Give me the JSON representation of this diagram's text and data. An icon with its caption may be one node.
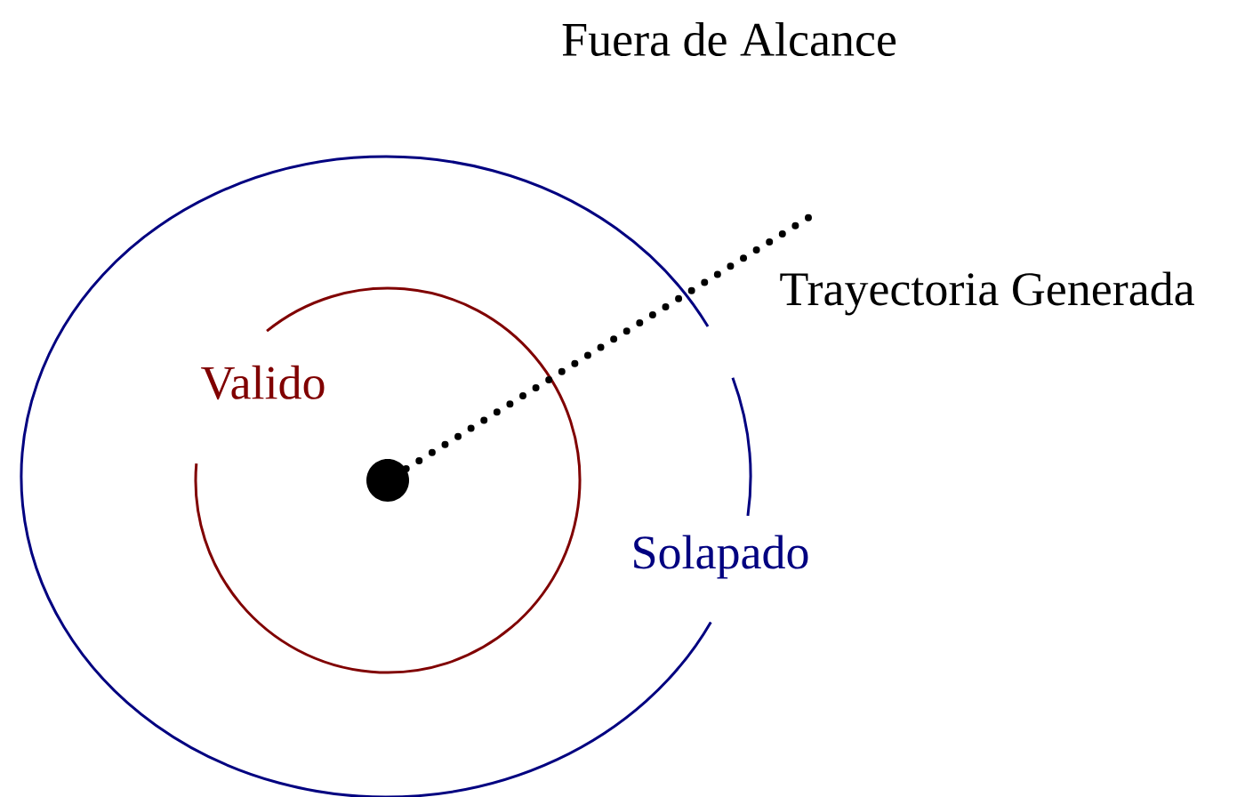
{
  "diagram": {
    "nodes": [
      {
        "text": [
          "Solapado"
        ]
      },
      {
        "text": [
          "Valido"
        ],
        "in": 0
      },
      {
        "text": [],
        "shape": "circle",
        "in": 1
      },
      {
        "text": [
          "Trayectoria Generada"
        ]
      }
    ],
    "edges": [
      {
        "from": 2,
        "to": 3,
        "arrow": "none",
        "style": "dashed"
      }
    ],
    "labels": [
      "Fuera de Alcance"
    ]
  }
}
